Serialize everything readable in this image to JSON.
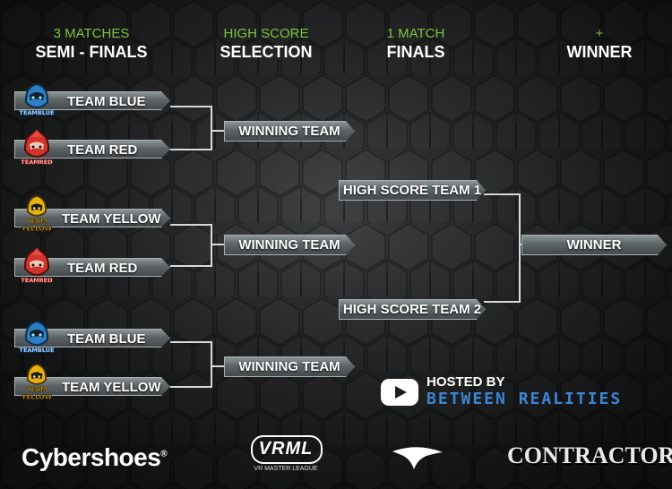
{
  "columns": [
    {
      "sub": "3 MATCHES",
      "main": "SEMI - FINALS"
    },
    {
      "sub": "HIGH SCORE",
      "main": "SELECTION"
    },
    {
      "sub": "1 MATCH",
      "main": "FINALS"
    },
    {
      "sub": "+",
      "main": "WINNER"
    }
  ],
  "semis": [
    {
      "team": "TEAM BLUE",
      "logo": "TEAMBLUE",
      "color": "#2b7fc4"
    },
    {
      "team": "TEAM RED",
      "logo": "TEAMRED",
      "color": "#d0332c"
    },
    {
      "team": "TEAM YELLOW",
      "logo_lines": [
        "TEAM",
        "YELLOW"
      ],
      "color": "#e7b10f"
    },
    {
      "team": "TEAM RED",
      "logo": "TEAMRED",
      "color": "#d0332c"
    },
    {
      "team": "TEAM BLUE",
      "logo": "TEAMBLUE",
      "color": "#2b7fc4"
    },
    {
      "team": "TEAM YELLOW",
      "logo_lines": [
        "TEAM",
        "YELLOW"
      ],
      "color": "#e7b10f"
    }
  ],
  "selection": [
    "WINNING TEAM",
    "WINNING TEAM",
    "WINNING TEAM"
  ],
  "finals": [
    "HIGH SCORE TEAM 1",
    "HIGH SCORE TEAM 2"
  ],
  "winner": "WINNER",
  "hosted": {
    "label": "HOSTED BY",
    "name": "BETWEEN REALITIES",
    "icon": "play-icon"
  },
  "sponsors": {
    "cybershoes": "Cybershoes",
    "cybershoes_mark": "®",
    "vrml_logo": "VRML",
    "vrml_name": "VR MASTER LEAGUE",
    "swoosh_icon": "swoosh-logo",
    "contractors": "CONTRACTOR$"
  },
  "colors": {
    "accent_green": "#7fc241",
    "hosted_blue": "#3d86d6"
  }
}
